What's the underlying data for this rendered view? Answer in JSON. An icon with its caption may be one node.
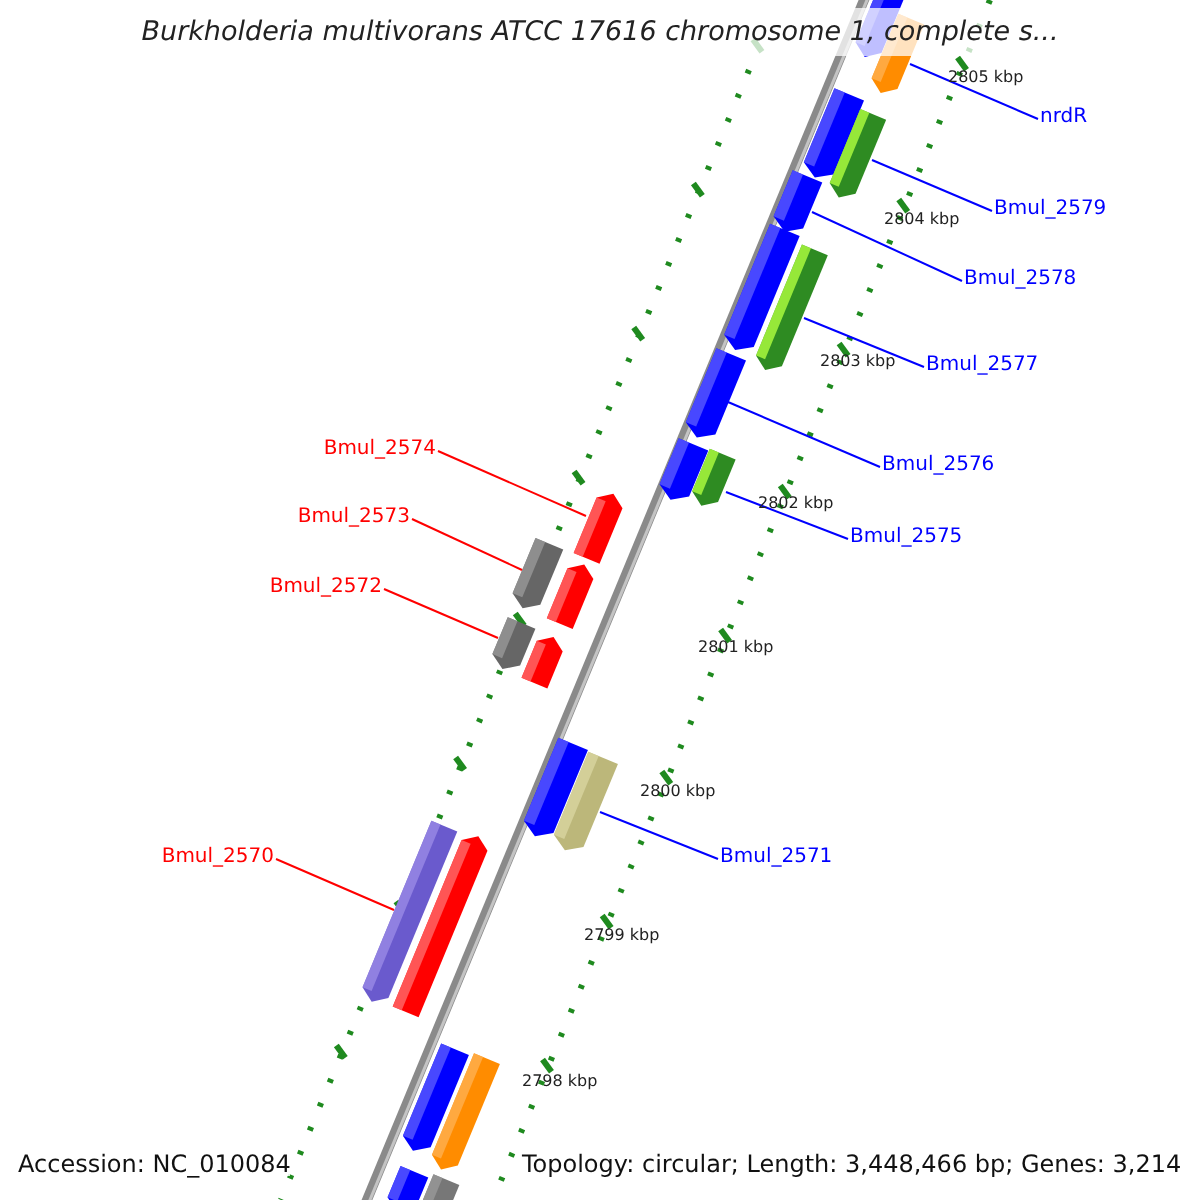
{
  "diagram": {
    "title": "Burkholderia multivorans ATCC 17616 chromosome 1, complete s...",
    "nodes": [
      {
        "text": [
          "nrdR"
        ]
      },
      {
        "text": [
          "Bmul_2579"
        ]
      },
      {
        "text": [
          "Bmul_2578"
        ]
      },
      {
        "text": [
          "Bmul_2577"
        ]
      },
      {
        "text": [
          "Bmul_2574"
        ]
      },
      {
        "text": [
          "Bmul_2576"
        ]
      },
      {
        "text": [
          "Bmul_2573"
        ]
      },
      {
        "text": [
          "Bmul_2575"
        ]
      },
      {
        "text": [
          "Bmul_2572"
        ]
      },
      {
        "text": [
          "Bmul_2570"
        ]
      },
      {
        "text": [
          "Bmul_2571"
        ]
      },
      {
        "text": [],
        "shape": "bar"
      },
      {
        "text": [],
        "shape": "bar"
      },
      {
        "text": [],
        "shape": "bar"
      },
      {
        "text": [],
        "shape": "bar"
      },
      {
        "text": [],
        "shape": "bar"
      },
      {
        "text": [],
        "shape": "bar"
      },
      {
        "text": [],
        "shape": "bar"
      },
      {
        "text": [],
        "shape": "bar"
      },
      {
        "text": [],
        "shape": "bar"
      },
      {
        "text": [],
        "shape": "bar"
      },
      {
        "text": [],
        "shape": "bar"
      },
      {
        "text": [],
        "shape": "bar"
      },
      {
        "text": [],
        "shape": "bar"
      },
      {
        "text": [],
        "shape": "bar"
      },
      {
        "text": [],
        "shape": "bar"
      },
      {
        "text": [],
        "shape": "bar"
      },
      {
        "text": [],
        "shape": "bar"
      },
      {
        "text": [],
        "shape": "bar"
      },
      {
        "text": [],
        "shape": "bar"
      },
      {
        "text": [],
        "shape": "bar"
      },
      {
        "text": [],
        "shape": "bar"
      },
      {
        "text": [],
        "shape": "bar"
      },
      {
        "text": [],
        "shape": "bar"
      }
    ],
    "edges": [
      {
        "from": 0,
        "to": 12,
        "arrow": "none"
      },
      {
        "from": 1,
        "to": 14,
        "arrow": "none"
      },
      {
        "from": 2,
        "to": 15,
        "arrow": "none"
      },
      {
        "from": 3,
        "to": 17,
        "arrow": "none"
      },
      {
        "from": 4,
        "to": 21,
        "arrow": "none",
        "color": "#ff0000"
      },
      {
        "from": 5,
        "to": 18,
        "arrow": "none"
      },
      {
        "from": 6,
        "to": 22,
        "arrow": "none",
        "color": "#ff0000"
      },
      {
        "from": 7,
        "to": 20,
        "arrow": "none"
      },
      {
        "from": 8,
        "to": 24,
        "arrow": "none",
        "color": "#ff0000"
      },
      {
        "from": 9,
        "to": 28,
        "arrow": "none",
        "color": "#ff0000"
      },
      {
        "from": 10,
        "to": 27,
        "arrow": "none"
      }
    ],
    "labels": [
      "2805 kbp",
      "2804 kbp",
      "2803 kbp",
      "2802 kbp",
      "2801 kbp",
      "2800 kbp",
      "2799 kbp",
      "2798 kbp",
      "Accession: NC_010084",
      "Topology: circular; Length: 3,448,466 bp; Genes: 3,214"
    ]
  }
}
